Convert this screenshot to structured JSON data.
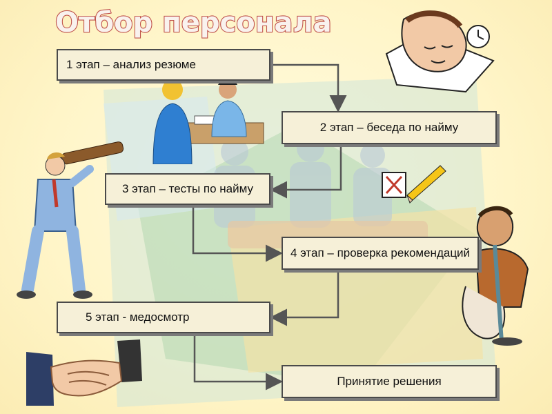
{
  "title": "Отбор персонала",
  "stages": [
    {
      "id": "s1",
      "label": "1 этап – анализ резюме"
    },
    {
      "id": "s2",
      "label": "2 этап – беседа по найму"
    },
    {
      "id": "s3",
      "label": "3 этап – тесты по найму"
    },
    {
      "id": "s4",
      "label": "4 этап – проверка рекомендаций"
    },
    {
      "id": "s5",
      "label": "5 этап - медосмотр"
    },
    {
      "id": "s6",
      "label": "Принятие решения"
    }
  ],
  "colors": {
    "title_fill": "#f9f2ee",
    "title_stroke": "#c0524a",
    "box_fill": "#f6f0d8",
    "connector": "#555555",
    "background": "#fff5c8"
  },
  "icons": [
    "interview-clipart",
    "sleeping-man-clipart",
    "telescope-man-clipart",
    "checkbox-pencil-clipart",
    "tired-man-clipart",
    "handshake-clipart"
  ]
}
